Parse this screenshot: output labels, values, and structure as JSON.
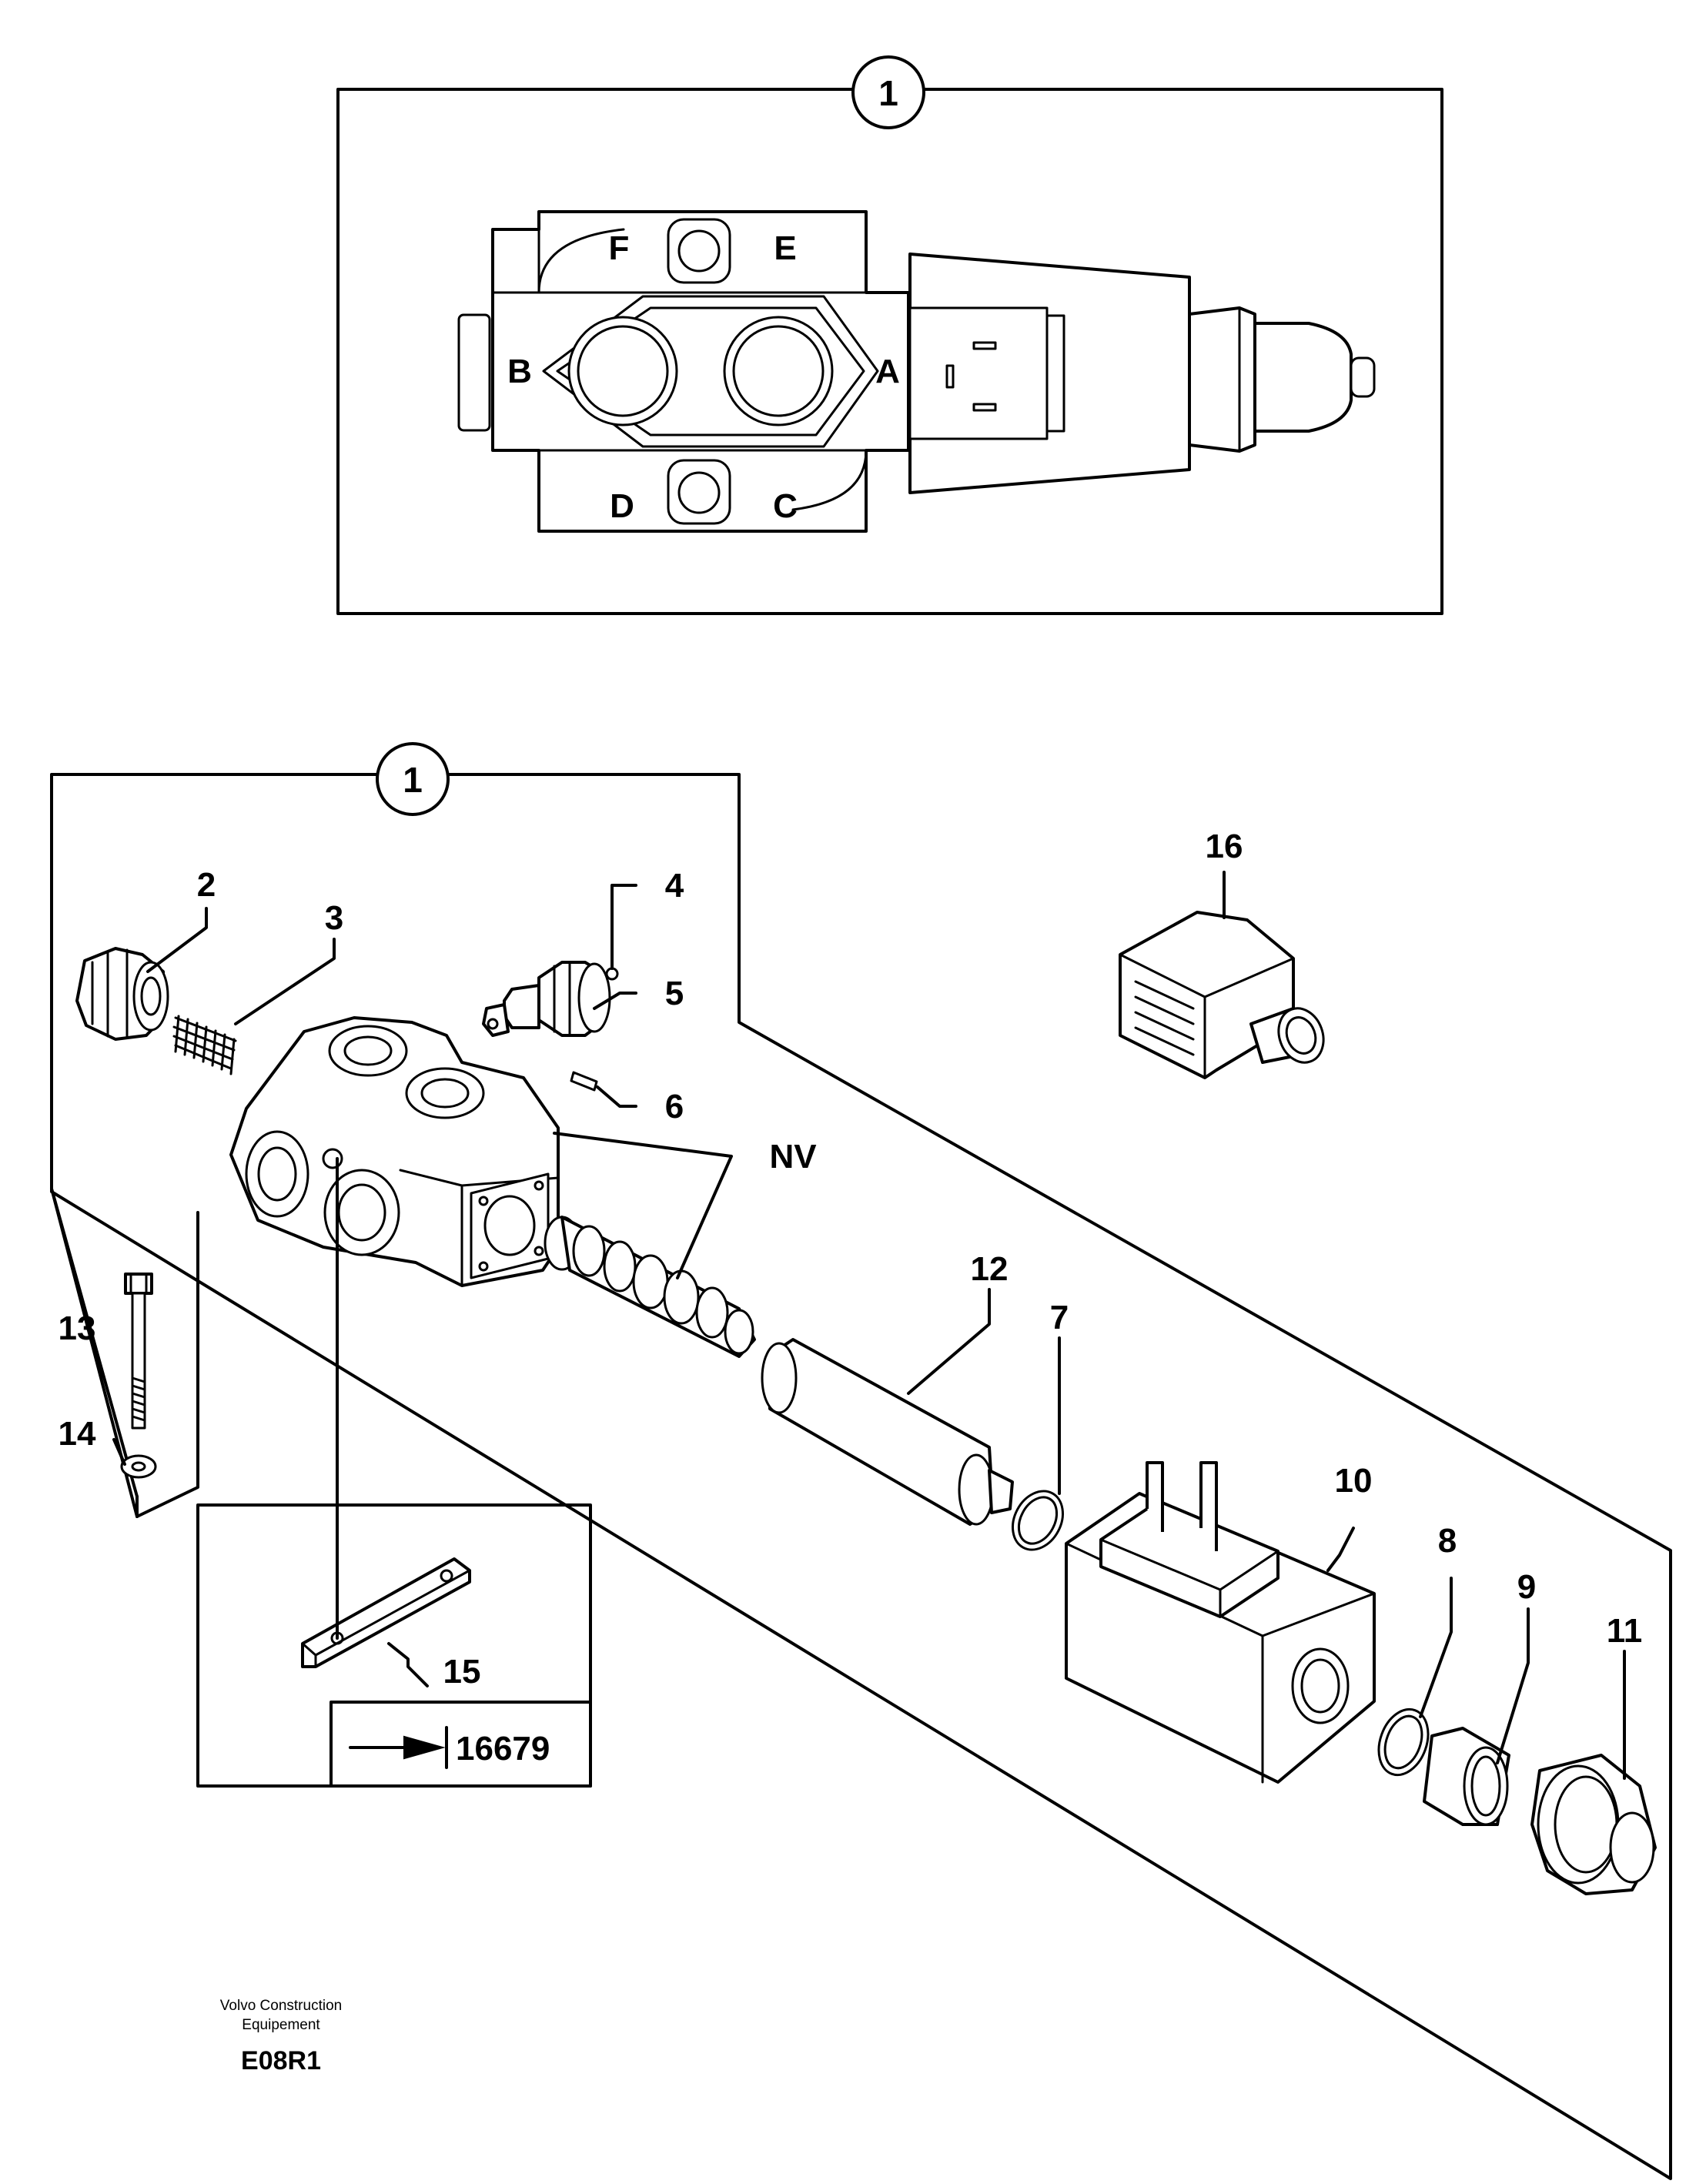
{
  "diagram": {
    "top_view": {
      "badge": "1",
      "ports": {
        "F": "F",
        "E": "E",
        "B": "B",
        "A": "A",
        "D": "D",
        "C": "C"
      }
    },
    "exploded_view": {
      "badge": "1",
      "callouts": {
        "c2": "2",
        "c3": "3",
        "c4": "4",
        "c5": "5",
        "c6": "6",
        "nv": "NV",
        "c12": "12",
        "c7": "7",
        "c10": "10",
        "c8": "8",
        "c9": "9",
        "c11": "11",
        "c13": "13",
        "c14": "14",
        "c15": "15",
        "c16": "16"
      },
      "kit_reference": "16679"
    },
    "footer": {
      "brand_line1": "Volvo Construction",
      "brand_line2": "Equipement",
      "drawing_code": "E08R1"
    }
  }
}
